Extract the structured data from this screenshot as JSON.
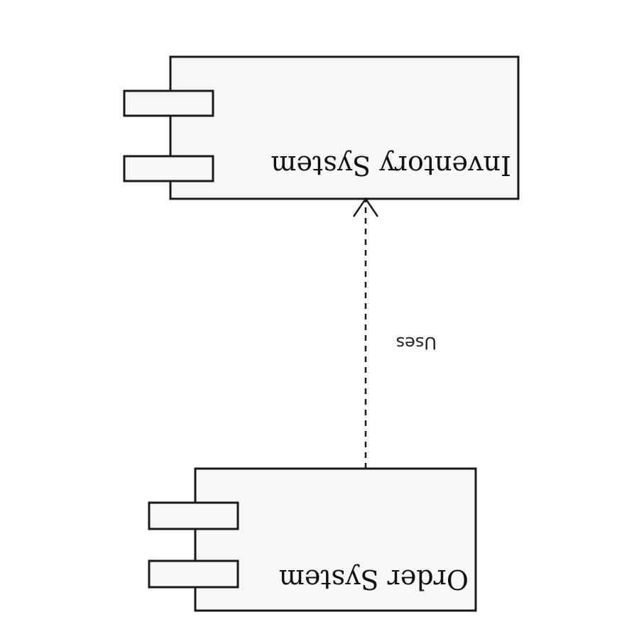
{
  "diagram": {
    "components": [
      {
        "id": "inventory",
        "label": "Inventory System"
      },
      {
        "id": "order",
        "label": "Order System"
      }
    ],
    "relationships": [
      {
        "from": "order",
        "to": "inventory",
        "label": "Uses",
        "style": "dashed",
        "arrow": "open"
      }
    ],
    "colors": {
      "component_fill": "#f7f7f7",
      "stroke": "#1a1a1a",
      "background": "#ffffff"
    }
  }
}
